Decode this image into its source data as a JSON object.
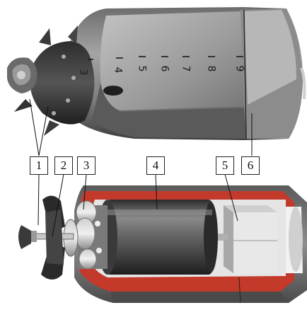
{
  "figure": {
    "callouts": [
      {
        "id": "1",
        "label": "1"
      },
      {
        "id": "2",
        "label": "2"
      },
      {
        "id": "3",
        "label": "3"
      },
      {
        "id": "4",
        "label": "4"
      },
      {
        "id": "5",
        "label": "5"
      },
      {
        "id": "6",
        "label": "6"
      }
    ],
    "ruler_marks": [
      "3",
      "4",
      "5",
      "6",
      "7",
      "8",
      "9"
    ]
  },
  "colors": {
    "metal_dark": "#3a3a3a",
    "metal_mid": "#7b7b7b",
    "metal_light": "#b5b5b5",
    "housing_cut": "#c43a2a",
    "motor_body": "#4c4c4c",
    "payload_box": "#d8d8d8"
  }
}
